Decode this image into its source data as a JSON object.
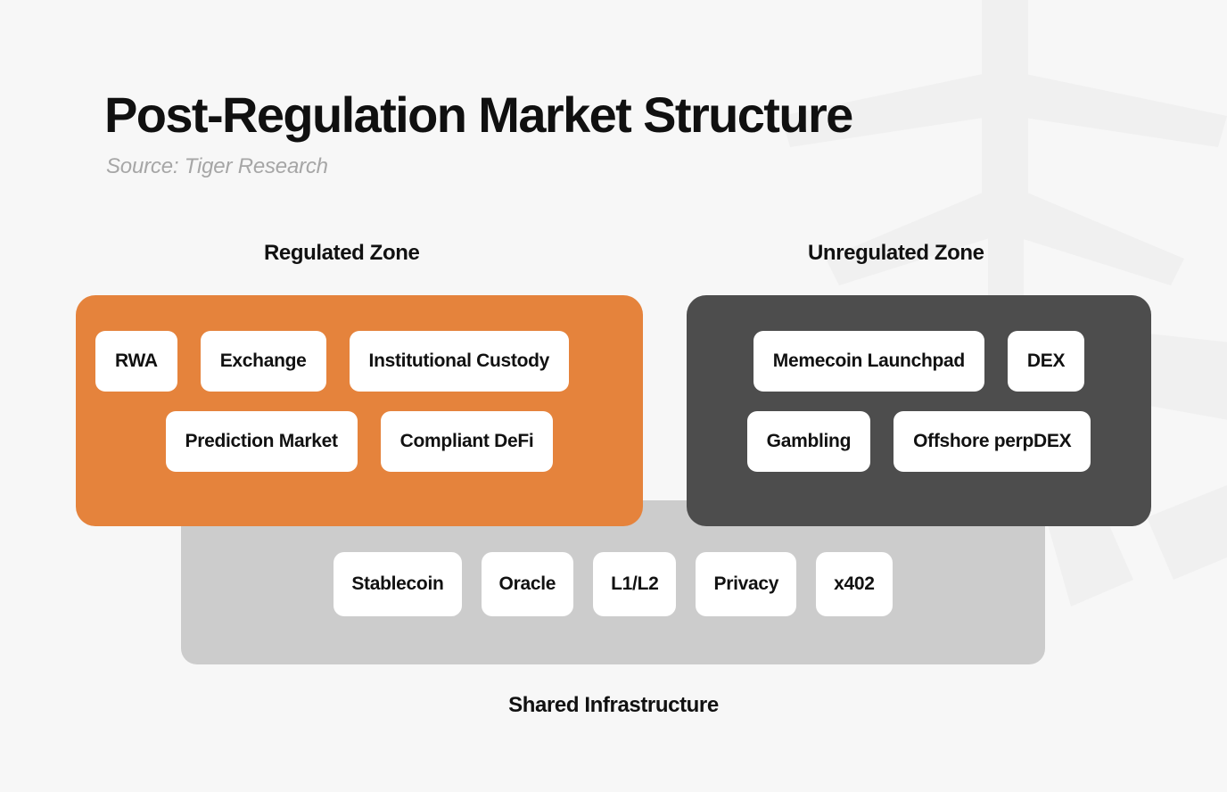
{
  "header": {
    "title": "Post-Regulation Market Structure",
    "source": "Source: Tiger Research"
  },
  "colors": {
    "background": "#f7f7f7",
    "regulated": "#e5833c",
    "unregulated": "#4d4d4d",
    "infrastructure": "#cccccc",
    "chip": "#ffffff",
    "text": "#111111",
    "subtitle": "#a6a6a6",
    "watermark": "#f0f0f0"
  },
  "zones": {
    "regulated": {
      "label": "Regulated Zone",
      "rows": [
        [
          "RWA",
          "Exchange",
          "Institutional Custody"
        ],
        [
          "Prediction Market",
          "Compliant DeFi"
        ]
      ]
    },
    "unregulated": {
      "label": "Unregulated Zone",
      "rows": [
        [
          "Memecoin Launchpad",
          "DEX"
        ],
        [
          "Gambling",
          "Offshore perpDEX"
        ]
      ]
    }
  },
  "infrastructure": {
    "caption": "Shared Infrastructure",
    "items": [
      "Stablecoin",
      "Oracle",
      "L1/L2",
      "Privacy",
      "x402"
    ]
  },
  "watermark": {
    "name": "tiger-research-abstract-mark"
  }
}
